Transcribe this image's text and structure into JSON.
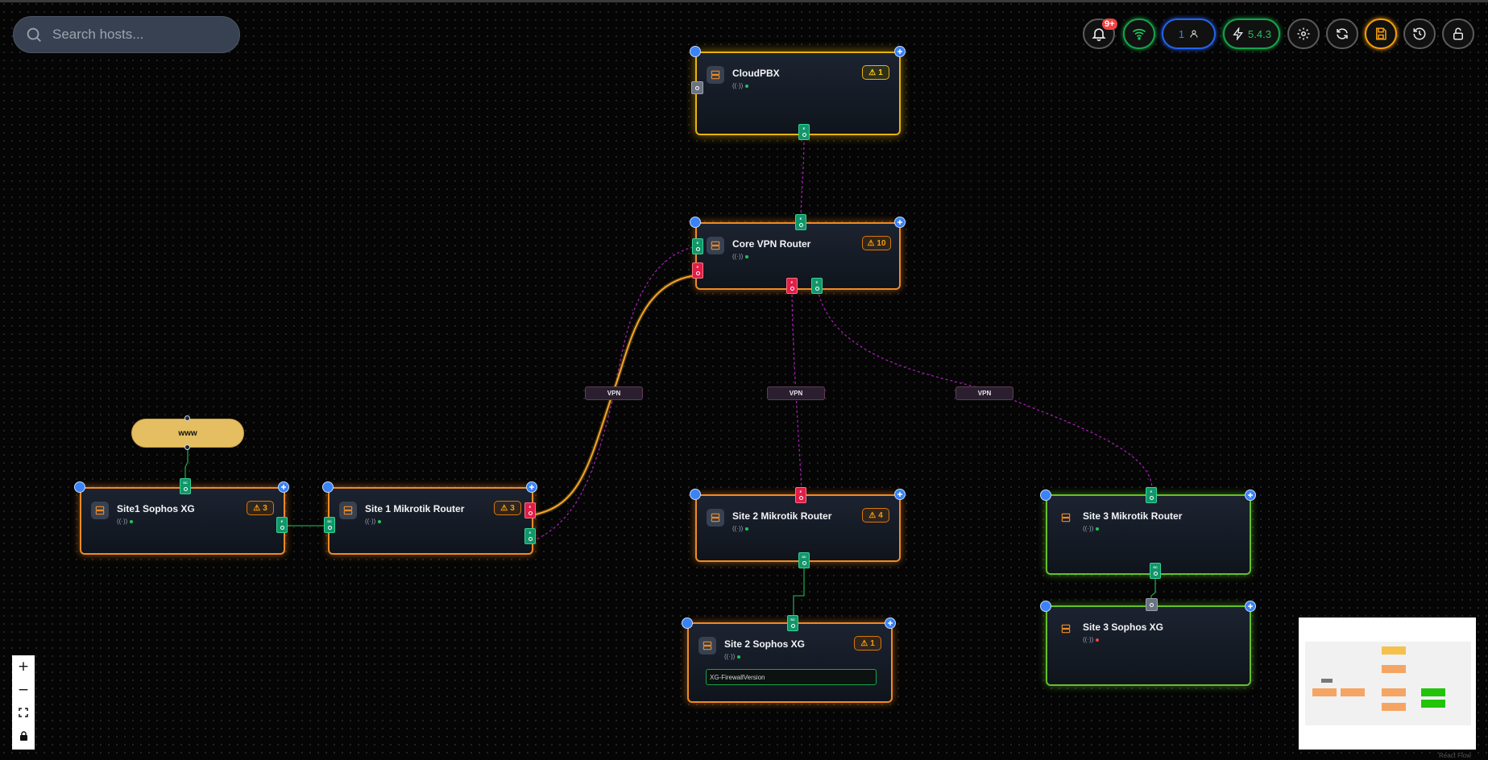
{
  "search": {
    "placeholder": "Search hosts..."
  },
  "toolbar": {
    "notifications_badge": "9+",
    "users_count": "1",
    "version": "5.4.3"
  },
  "colors": {
    "node_border_orange": "#f08a24",
    "node_border_yellow": "#eab308",
    "node_border_green": "#65c02b",
    "port_green": "#129669",
    "port_red": "#e11d48",
    "vpn_edge": "#a21caf",
    "active_edge": "#f5a623",
    "internet": "#e4be60"
  },
  "nodes": {
    "cloudpbx": {
      "title": "CloudPBX",
      "alerts": "1",
      "status": "green"
    },
    "core_vpn_router": {
      "title": "Core VPN Router",
      "alerts": "10",
      "status": "green"
    },
    "site1_sophos": {
      "title": "Site1 Sophos XG",
      "alerts": "3",
      "status": "green"
    },
    "site1_mikrotik": {
      "title": "Site 1 Mikrotik Router",
      "alerts": "3",
      "status": "green"
    },
    "site2_mikrotik": {
      "title": "Site 2 Mikrotik Router",
      "alerts": "4",
      "status": "green"
    },
    "site2_sophos": {
      "title": "Site 2 Sophos XG",
      "alerts": "1",
      "status": "green",
      "field": "XG-FirewallVersion"
    },
    "site3_mikrotik": {
      "title": "Site 3 Mikrotik Router",
      "status": "green"
    },
    "site3_sophos": {
      "title": "Site 3 Sophos XG",
      "status": "red"
    }
  },
  "internet_node": {
    "label": "www"
  },
  "edge_labels": {
    "vpn1": "VPN",
    "vpn2": "VPN",
    "vpn3": "VPN"
  },
  "controls": {
    "zoom_in": "+",
    "zoom_out": "−"
  },
  "attribution": "React Flow"
}
